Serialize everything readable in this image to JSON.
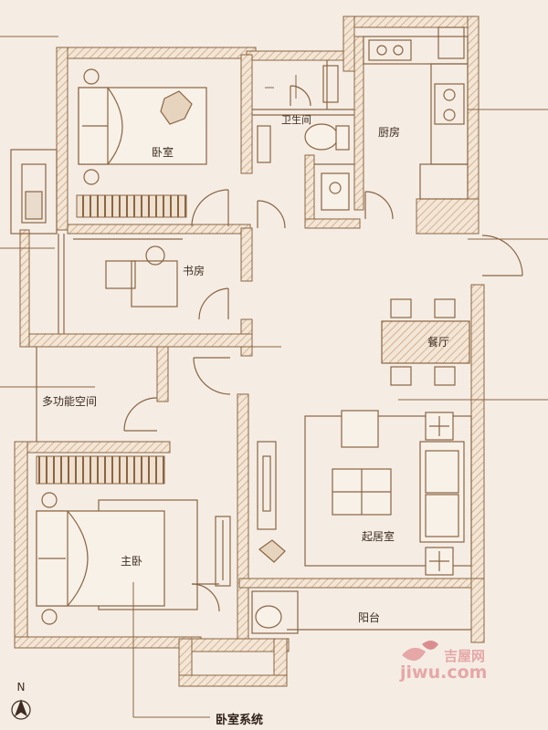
{
  "rooms": {
    "bedroom": "卧室",
    "bathroom": "卫生间",
    "kitchen": "厨房",
    "study": "书房",
    "dining": "餐厅",
    "multi_space": "多功能空间",
    "living": "起居室",
    "master": "主卧",
    "balcony": "阳台"
  },
  "annotation": "卧室系统",
  "compass": {
    "letter": "N"
  },
  "watermark": {
    "brand_cn": "吉屋网",
    "brand_en": "jiwu.com"
  },
  "colors": {
    "background": "#f5ede4",
    "wall": "#a8784c",
    "line": "#8a6543",
    "wall_hatch": "#d9bfa3",
    "text": "#3e2c20",
    "watermark": "#e6a7a7"
  }
}
